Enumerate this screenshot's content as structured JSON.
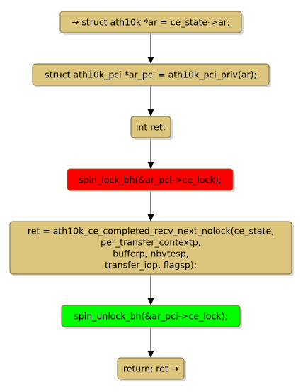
{
  "colors": {
    "node_fill": "#dcc67e",
    "lock_fill": "#ff0000",
    "unlock_fill": "#00ff00",
    "border": "#7a6a3a",
    "shadow": "#b8b8b8",
    "edge": "#000000"
  },
  "nodes": [
    {
      "id": "n1",
      "kind": "statement",
      "lines": [
        "→ struct ath10k *ar = ce_state->ar;"
      ]
    },
    {
      "id": "n2",
      "kind": "statement",
      "lines": [
        "struct ath10k_pci *ar_pci = ath10k_pci_priv(ar);"
      ]
    },
    {
      "id": "n3",
      "kind": "statement",
      "lines": [
        "int ret;"
      ]
    },
    {
      "id": "n4",
      "kind": "lock",
      "lines": [
        "spin_lock_bh(&ar_pci->ce_lock);"
      ]
    },
    {
      "id": "n5",
      "kind": "statement",
      "lines": [
        "ret = ath10k_ce_completed_recv_next_nolock(ce_state,",
        "per_transfer_contextp,",
        "bufferp, nbytesp,",
        "transfer_idp, flagsp);"
      ]
    },
    {
      "id": "n6",
      "kind": "unlock",
      "lines": [
        "spin_unlock_bh(&ar_pci->ce_lock);"
      ]
    },
    {
      "id": "n7",
      "kind": "statement",
      "lines": [
        "return; ret →"
      ]
    }
  ],
  "edges": [
    {
      "from": "n1",
      "to": "n2"
    },
    {
      "from": "n2",
      "to": "n3"
    },
    {
      "from": "n3",
      "to": "n4"
    },
    {
      "from": "n4",
      "to": "n5"
    },
    {
      "from": "n5",
      "to": "n6"
    },
    {
      "from": "n6",
      "to": "n7"
    }
  ]
}
